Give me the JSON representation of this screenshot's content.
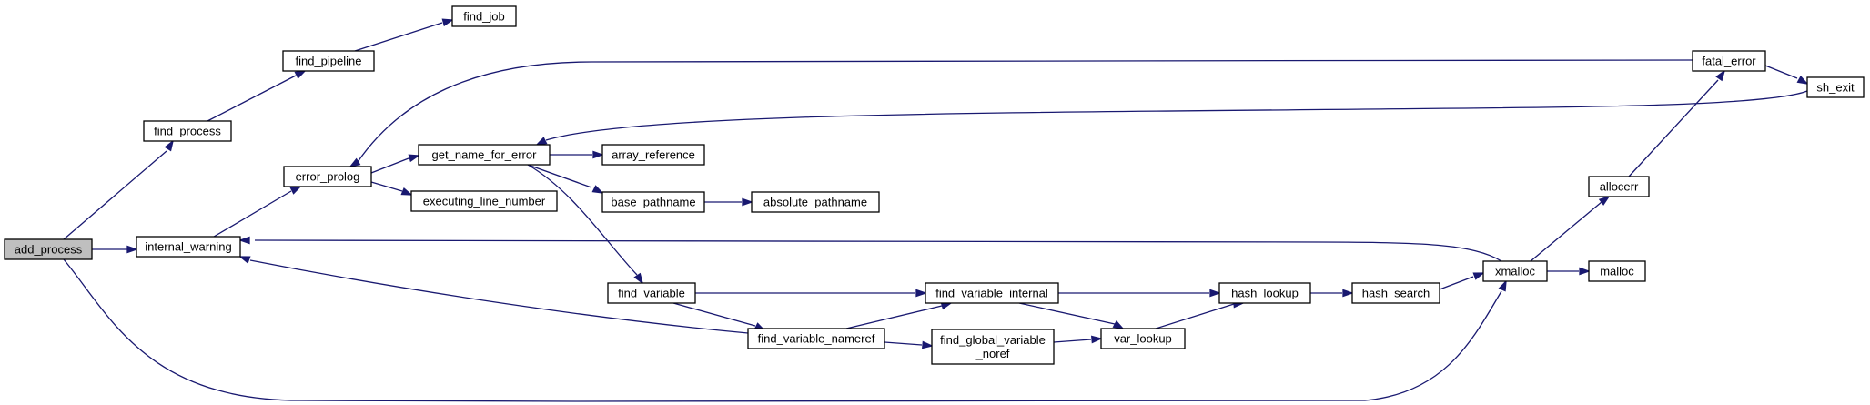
{
  "graph": {
    "root": "add_process",
    "nodes": [
      {
        "id": "add_process",
        "lines": [
          "add_process"
        ],
        "highlighted": true
      },
      {
        "id": "find_process",
        "lines": [
          "find_process"
        ]
      },
      {
        "id": "find_pipeline",
        "lines": [
          "find_pipeline"
        ]
      },
      {
        "id": "find_job",
        "lines": [
          "find_job"
        ]
      },
      {
        "id": "internal_warning",
        "lines": [
          "internal_warning"
        ]
      },
      {
        "id": "error_prolog",
        "lines": [
          "error_prolog"
        ]
      },
      {
        "id": "get_name_for_error",
        "lines": [
          "get_name_for_error"
        ]
      },
      {
        "id": "array_reference",
        "lines": [
          "array_reference"
        ]
      },
      {
        "id": "base_pathname",
        "lines": [
          "base_pathname"
        ]
      },
      {
        "id": "absolute_pathname",
        "lines": [
          "absolute_pathname"
        ]
      },
      {
        "id": "executing_line_number",
        "lines": [
          "executing_line_number"
        ]
      },
      {
        "id": "find_variable",
        "lines": [
          "find_variable"
        ]
      },
      {
        "id": "find_variable_nameref",
        "lines": [
          "find_variable_nameref"
        ]
      },
      {
        "id": "find_variable_internal",
        "lines": [
          "find_variable_internal"
        ]
      },
      {
        "id": "find_global_variable_noref",
        "lines": [
          "find_global_variable",
          "_noref"
        ]
      },
      {
        "id": "var_lookup",
        "lines": [
          "var_lookup"
        ]
      },
      {
        "id": "hash_lookup",
        "lines": [
          "hash_lookup"
        ]
      },
      {
        "id": "hash_search",
        "lines": [
          "hash_search"
        ]
      },
      {
        "id": "xmalloc",
        "lines": [
          "xmalloc"
        ]
      },
      {
        "id": "malloc",
        "lines": [
          "malloc"
        ]
      },
      {
        "id": "allocerr",
        "lines": [
          "allocerr"
        ]
      },
      {
        "id": "fatal_error",
        "lines": [
          "fatal_error"
        ]
      },
      {
        "id": "sh_exit",
        "lines": [
          "sh_exit"
        ]
      }
    ],
    "edges": [
      {
        "from": "add_process",
        "to": "find_process"
      },
      {
        "from": "add_process",
        "to": "internal_warning"
      },
      {
        "from": "add_process",
        "to": "xmalloc"
      },
      {
        "from": "find_process",
        "to": "find_pipeline"
      },
      {
        "from": "find_pipeline",
        "to": "find_job"
      },
      {
        "from": "internal_warning",
        "to": "error_prolog"
      },
      {
        "from": "error_prolog",
        "to": "get_name_for_error"
      },
      {
        "from": "error_prolog",
        "to": "executing_line_number"
      },
      {
        "from": "get_name_for_error",
        "to": "array_reference"
      },
      {
        "from": "get_name_for_error",
        "to": "base_pathname"
      },
      {
        "from": "get_name_for_error",
        "to": "find_variable"
      },
      {
        "from": "base_pathname",
        "to": "absolute_pathname"
      },
      {
        "from": "find_variable",
        "to": "find_variable_internal"
      },
      {
        "from": "find_variable",
        "to": "find_variable_nameref"
      },
      {
        "from": "find_variable_nameref",
        "to": "internal_warning"
      },
      {
        "from": "find_variable_nameref",
        "to": "find_variable_internal"
      },
      {
        "from": "find_variable_nameref",
        "to": "find_global_variable_noref"
      },
      {
        "from": "find_variable_internal",
        "to": "hash_lookup"
      },
      {
        "from": "find_variable_internal",
        "to": "var_lookup"
      },
      {
        "from": "find_global_variable_noref",
        "to": "var_lookup"
      },
      {
        "from": "var_lookup",
        "to": "hash_lookup"
      },
      {
        "from": "hash_lookup",
        "to": "hash_search"
      },
      {
        "from": "hash_search",
        "to": "xmalloc"
      },
      {
        "from": "xmalloc",
        "to": "internal_warning"
      },
      {
        "from": "xmalloc",
        "to": "malloc"
      },
      {
        "from": "xmalloc",
        "to": "allocerr"
      },
      {
        "from": "allocerr",
        "to": "fatal_error"
      },
      {
        "from": "fatal_error",
        "to": "error_prolog"
      },
      {
        "from": "fatal_error",
        "to": "sh_exit"
      },
      {
        "from": "sh_exit",
        "to": "get_name_for_error"
      }
    ],
    "colors": {
      "edge": "#191970",
      "node_border": "#000000",
      "node_fill": "#ffffff",
      "highlight_fill": "#bfbfbf",
      "text": "#000000"
    }
  }
}
